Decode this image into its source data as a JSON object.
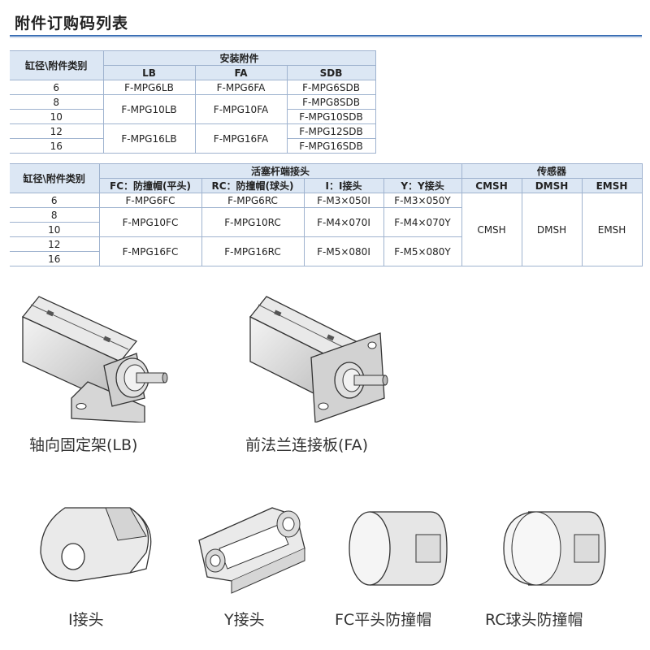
{
  "title": "附件订购码列表",
  "table1": {
    "corner": "缸径\\附件类别",
    "group": "安装附件",
    "cols": [
      "LB",
      "FA",
      "SDB"
    ],
    "rows": [
      {
        "bore": "6",
        "lb": "F-MPG6LB",
        "fa": "F-MPG6FA",
        "sdb": "F-MPG6SDB"
      },
      {
        "bore": "8",
        "sdb": "F-MPG8SDB"
      },
      {
        "bore": "10",
        "lb": "F-MPG10LB",
        "fa": "F-MPG10FA",
        "sdb": "F-MPG10SDB"
      },
      {
        "bore": "12",
        "sdb": "F-MPG12SDB"
      },
      {
        "bore": "16",
        "lb": "F-MPG16LB",
        "fa": "F-MPG16FA",
        "sdb": "F-MPG16SDB"
      }
    ]
  },
  "table2": {
    "corner": "缸径\\附件类别",
    "group_rod": "活塞杆端接头",
    "group_sensor": "传感器",
    "cols": [
      "FC：防撞帽(平头)",
      "RC：防撞帽(球头)",
      "I：I接头",
      "Y：Y接头",
      "CMSH",
      "DMSH",
      "EMSH"
    ],
    "rows": [
      {
        "bore": "6",
        "fc": "F-MPG6FC",
        "rc": "F-MPG6RC",
        "i": "F-M3×050I",
        "y": "F-M3×050Y"
      },
      {
        "bore": "8"
      },
      {
        "bore": "10",
        "fc": "F-MPG10FC",
        "rc": "F-MPG10RC",
        "i": "F-M4×070I",
        "y": "F-M4×070Y"
      },
      {
        "bore": "12"
      },
      {
        "bore": "16",
        "fc": "F-MPG16FC",
        "rc": "F-MPG16RC",
        "i": "F-M5×080I",
        "y": "F-M5×080Y"
      }
    ],
    "sensors": [
      "CMSH",
      "DMSH",
      "EMSH"
    ]
  },
  "figures": {
    "lb": "轴向固定架(LB)",
    "fa": "前法兰连接板(FA)",
    "i": "I接头",
    "y": "Y接头",
    "fc": "FC平头防撞帽",
    "rc": "RC球头防撞帽"
  },
  "colors": {
    "accent": "#3b6fb5",
    "header_bg": "#dce7f4",
    "grid": "#9fb3cf"
  }
}
